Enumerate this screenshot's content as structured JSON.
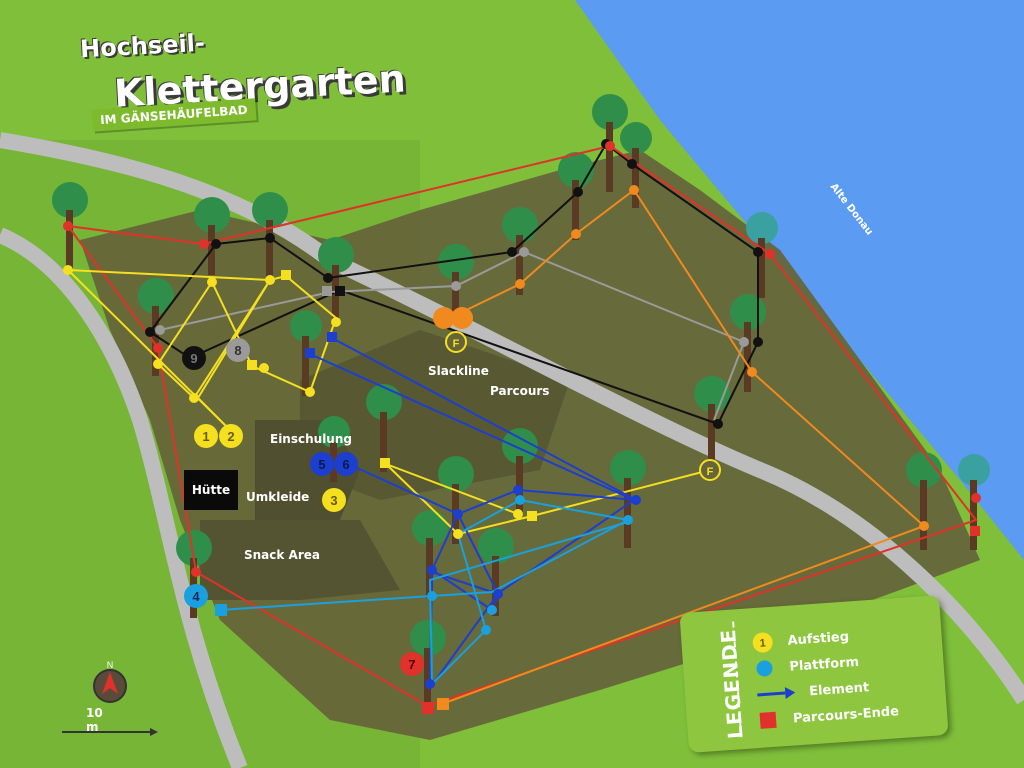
{
  "header": {
    "line1": "Hochseil-",
    "line2": "Klettergarten",
    "subtitle": "IM GÄNSEHÄUFELBAD"
  },
  "labels": {
    "river": "Alte Donau",
    "slackline": "Slackline",
    "parcours": "Parcours",
    "einschulung": "Einschulung",
    "hut": "Hütte",
    "umkleide": "Umkleide",
    "snack": "Snack Area"
  },
  "markers": {
    "m1": "1",
    "m2": "2",
    "m3": "3",
    "m4": "4",
    "m5": "5",
    "m6": "6",
    "m7": "7",
    "m8": "8",
    "m9": "9",
    "f1": "F",
    "f2": "F"
  },
  "legend": {
    "title": "LEGENDE",
    "aufstieg_num": "1",
    "aufstieg": "Aufstieg",
    "plattform": "Plattform",
    "element": "Element",
    "ende": "Parcours-Ende"
  },
  "scale": {
    "label": "10 m",
    "north": "N"
  },
  "colors": {
    "grass": "#7fbf3a",
    "field": "#6b6b3c",
    "water": "#5b9bf2",
    "path": "#bdbdbd",
    "yellow": "#f5e020",
    "blue": "#1c3fcf",
    "cyan": "#1aa0de",
    "red": "#e0322a",
    "orange": "#f08a1e",
    "black": "#111111",
    "grey": "#9a9a9a"
  }
}
